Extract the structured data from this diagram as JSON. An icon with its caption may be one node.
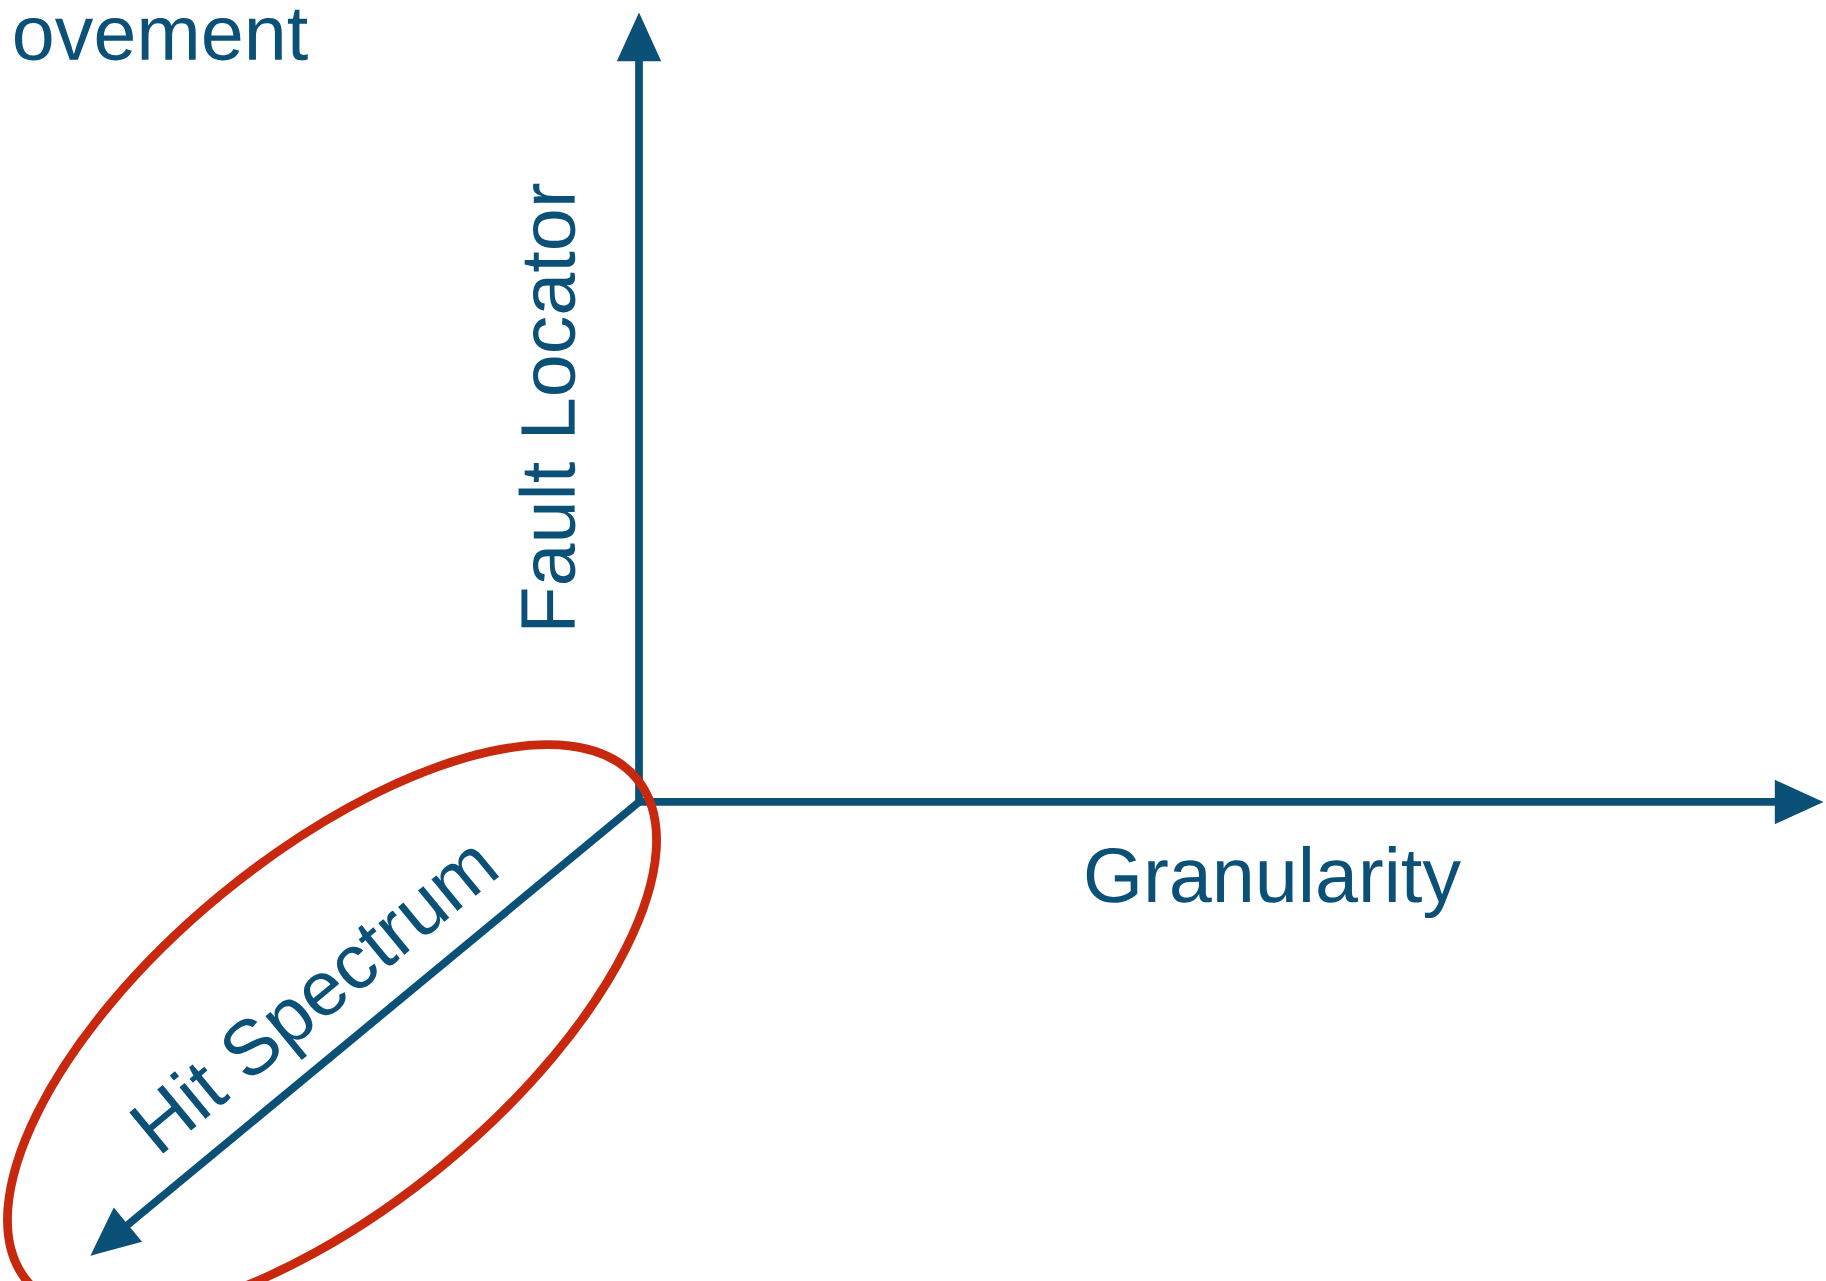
{
  "diagram": {
    "labels": [
      "ovement",
      "Fault Locator",
      "Granularity",
      "Hit Spectrum"
    ]
  }
}
